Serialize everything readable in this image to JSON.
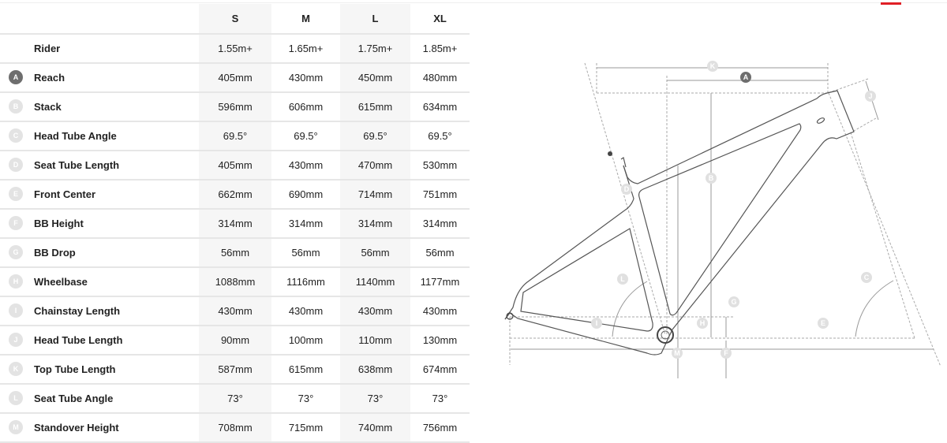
{
  "sizes": [
    "S",
    "M",
    "L",
    "XL"
  ],
  "rows": [
    {
      "letter": "",
      "label": "Rider",
      "values": [
        "1.55m+",
        "1.65m+",
        "1.75m+",
        "1.85m+"
      ]
    },
    {
      "letter": "A",
      "label": "Reach",
      "values": [
        "405mm",
        "430mm",
        "450mm",
        "480mm"
      ]
    },
    {
      "letter": "B",
      "label": "Stack",
      "values": [
        "596mm",
        "606mm",
        "615mm",
        "634mm"
      ]
    },
    {
      "letter": "C",
      "label": "Head Tube Angle",
      "values": [
        "69.5°",
        "69.5°",
        "69.5°",
        "69.5°"
      ]
    },
    {
      "letter": "D",
      "label": "Seat Tube Length",
      "values": [
        "405mm",
        "430mm",
        "470mm",
        "530mm"
      ]
    },
    {
      "letter": "E",
      "label": "Front Center",
      "values": [
        "662mm",
        "690mm",
        "714mm",
        "751mm"
      ]
    },
    {
      "letter": "F",
      "label": "BB Height",
      "values": [
        "314mm",
        "314mm",
        "314mm",
        "314mm"
      ]
    },
    {
      "letter": "G",
      "label": "BB Drop",
      "values": [
        "56mm",
        "56mm",
        "56mm",
        "56mm"
      ]
    },
    {
      "letter": "H",
      "label": "Wheelbase",
      "values": [
        "1088mm",
        "1116mm",
        "1140mm",
        "1177mm"
      ]
    },
    {
      "letter": "I",
      "label": "Chainstay Length",
      "values": [
        "430mm",
        "430mm",
        "430mm",
        "430mm"
      ]
    },
    {
      "letter": "J",
      "label": "Head Tube Length",
      "values": [
        "90mm",
        "100mm",
        "110mm",
        "130mm"
      ]
    },
    {
      "letter": "K",
      "label": "Top Tube Length",
      "values": [
        "587mm",
        "615mm",
        "638mm",
        "674mm"
      ]
    },
    {
      "letter": "L",
      "label": "Seat Tube Angle",
      "values": [
        "73°",
        "73°",
        "73°",
        "73°"
      ]
    },
    {
      "letter": "M",
      "label": "Standover Height",
      "values": [
        "708mm",
        "715mm",
        "740mm",
        "756mm"
      ]
    }
  ],
  "diagram_markers": [
    "K",
    "A",
    "J",
    "B",
    "D",
    "L",
    "C",
    "G",
    "H",
    "E",
    "I",
    "M",
    "F"
  ],
  "colors": {
    "highlight": "#6e6e6e",
    "marker": "#e0e0e0",
    "accent": "#e01f26"
  }
}
